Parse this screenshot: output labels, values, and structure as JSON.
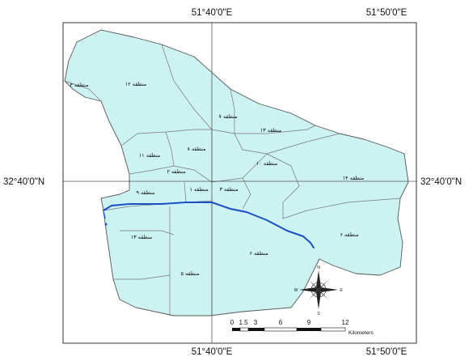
{
  "graticule": {
    "top_left": "51°40'0\"E",
    "top_right": "51°50'0\"E",
    "bottom_left": "51°40'0\"E",
    "bottom_right": "51°50'0\"E",
    "left_lat": "32°40'0\"N",
    "right_lat": "32°40'0\"N"
  },
  "zones": {
    "z4": "منطقه ۴",
    "z12": "منطقه ۱۲",
    "z7": "منطقه ۷",
    "z13": "منطقه ۱۳",
    "z11": "منطقه ۱۱",
    "z8": "منطقه ۸",
    "z2": "منطقه ۲",
    "z10": "منطقه ۱۰",
    "z14": "منطقه ۱۴",
    "z9": "منطقه ۹",
    "z1": "منطقه ۱",
    "z3": "منطقه ۳",
    "z15": "منطقه ۱۳",
    "z6": "منطقه ۶",
    "z5": "منطقه ۵",
    "z16": "منطقه ۶"
  },
  "scale_bar": {
    "ticks": [
      "0",
      "1.5",
      "3",
      "6",
      "9",
      "12"
    ],
    "unit": "Kilometers"
  },
  "compass": {
    "n": "N",
    "s": "S",
    "e": "E",
    "w": "W"
  },
  "colors": {
    "land": "#ccf2f2",
    "border": "#555555",
    "river": "#1a4fc4",
    "grid": "#555555",
    "frame": "#333333"
  }
}
